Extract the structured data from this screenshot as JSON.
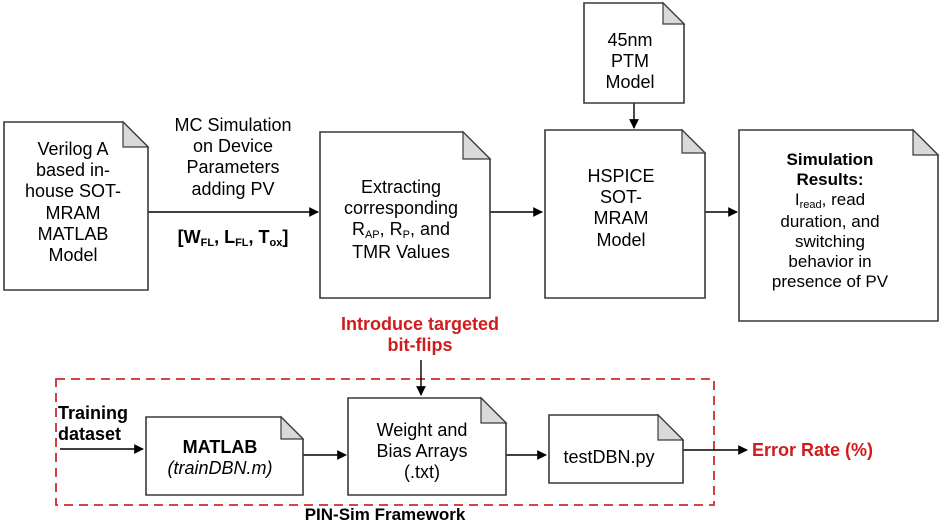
{
  "docs": {
    "verilog": {
      "lines": [
        "Verilog A",
        "based in-",
        "house SOT-",
        "MRAM",
        "MATLAB",
        "Model"
      ]
    },
    "extract": {
      "line1": "Extracting",
      "line2": "corresponding",
      "r_ap": "R",
      "r_ap_sub": "AP",
      "r_p": ", R",
      "r_p_sub": "P",
      "tail": ", and",
      "line4": "TMR Values"
    },
    "hspice": {
      "lines": [
        "HSPICE",
        "SOT-",
        "MRAM",
        "Model"
      ]
    },
    "ptm": {
      "lines": [
        "45nm",
        "PTM",
        "Model"
      ]
    },
    "results": {
      "title1": "Simulation",
      "title2": "Results:",
      "iread_main": "I",
      "iread_sub": "read",
      "iread_tail": ", read",
      "lines": [
        "duration, and",
        "switching",
        "behavior in",
        "presence of PV"
      ]
    },
    "matlab": {
      "title": "MATLAB",
      "file": "(trainDBN.m)"
    },
    "weights": {
      "lines": [
        "Weight and",
        "Bias Arrays",
        "(.txt)"
      ]
    },
    "testdbn": {
      "label": "testDBN.py"
    }
  },
  "labels": {
    "mc_sim": [
      "MC Simulation",
      "on Device",
      "Parameters",
      "adding PV"
    ],
    "params": {
      "open": "[W",
      "w_sub": "FL",
      "sep1": ", L",
      "l_sub": "FL",
      "sep2": ", T",
      "t_sub": "ox",
      "close": "]"
    },
    "introduce": [
      "Introduce targeted",
      "bit-flips"
    ],
    "training": [
      "Training",
      "dataset"
    ],
    "error_rate": "Error Rate (%)",
    "framework": "PIN-Sim Framework"
  },
  "colors": {
    "accent_red": "#d01c1c",
    "frame_red": "#d32a2a",
    "fold_gray": "#d9d9d9"
  }
}
